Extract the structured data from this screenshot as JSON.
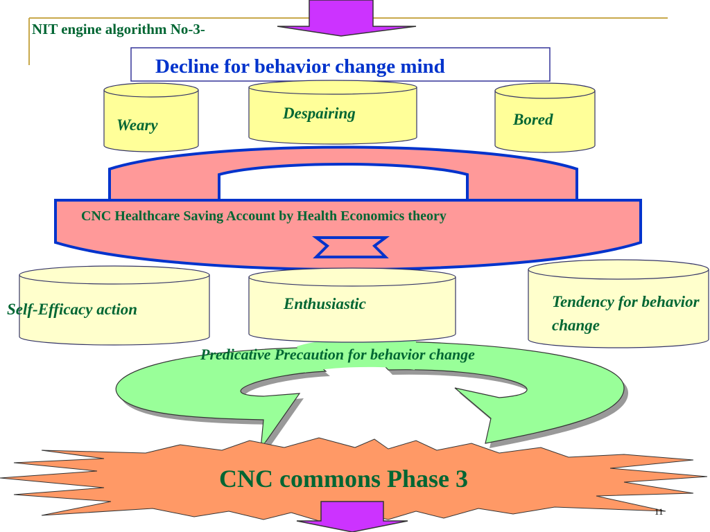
{
  "slide": {
    "title": "NIT engine algorithm No-3-",
    "page_number": "11"
  },
  "banner": {
    "text": "Decline for behavior change mind"
  },
  "decline_states": [
    {
      "label": "Weary"
    },
    {
      "label": "Despairing"
    },
    {
      "label": "Bored"
    }
  ],
  "account": {
    "text": "CNC Healthcare Saving Account by Health Economics  theory"
  },
  "positive_states": [
    {
      "label": "Self-Efficacy action"
    },
    {
      "label": "Enthusiastic"
    },
    {
      "label": "Tendency for behavior change"
    }
  ],
  "cycle": {
    "text": "Predicative Precaution for behavior change"
  },
  "phase": {
    "text": "CNC commons Phase 3"
  },
  "colors": {
    "drum_fill": "#FFFF99",
    "drum_fill_light": "#FFFFCC",
    "account_fill": "#FF9999",
    "account_border": "#0033CC",
    "cycle_fill": "#99FF99",
    "burst_fill": "#FF9966",
    "arrow_fill": "#CC33FF",
    "text_green": "#006633",
    "text_blue": "#0033CC"
  }
}
